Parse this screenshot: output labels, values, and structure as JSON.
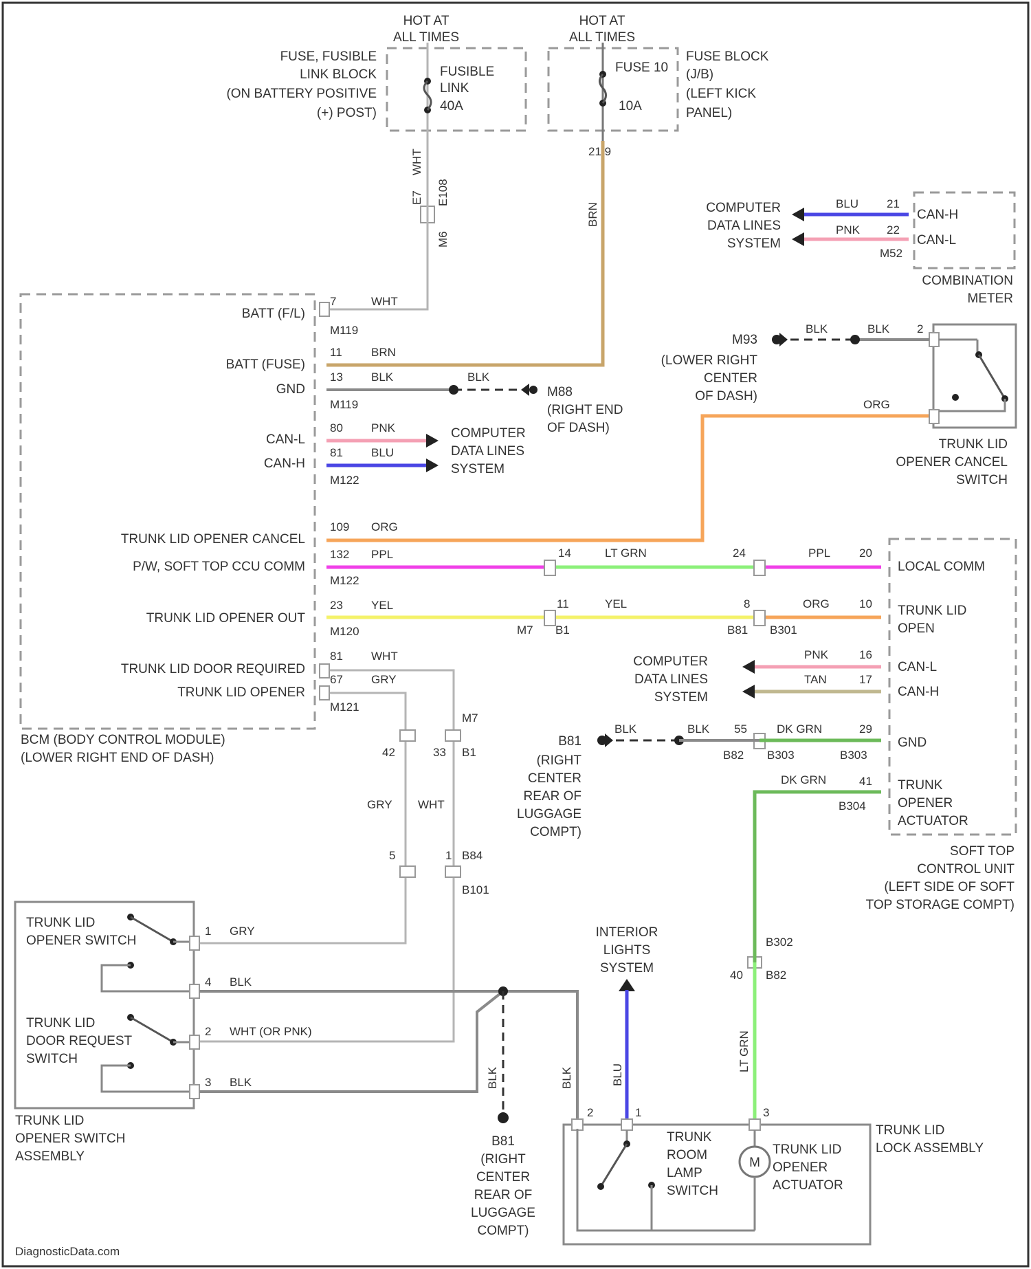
{
  "colors": {
    "BRN": "#c8a56a",
    "ORG": "#f6a55a",
    "PNK": "#f4a0b4",
    "BLU": "#4a46e4",
    "PPL": "#f040e8",
    "LT_GRN": "#8cf07a",
    "YEL": "#f4f26a",
    "DK_GRN": "#6cba5a",
    "TAN": "#c0b890",
    "BLK": "#8a8a8a",
    "WHT": "#c4c4c4",
    "GRY": "#bdbdbd"
  },
  "power": {
    "hot_left": [
      "HOT AT",
      "ALL TIMES"
    ],
    "hot_right": [
      "HOT AT",
      "ALL TIMES"
    ],
    "fusible_block": [
      "FUSE, FUSIBLE",
      "LINK BLOCK",
      "(ON BATTERY POSITIVE",
      "(+) POST)"
    ],
    "fusible_link": [
      "FUSIBLE",
      "LINK",
      "40A"
    ],
    "fuse_block_j_b": [
      "FUSE BLOCK",
      "(J/B)",
      "(LEFT KICK",
      "PANEL)"
    ],
    "fuse_10": [
      "FUSE 10",
      "10A"
    ],
    "wire_wht_vert": "WHT",
    "pins_fuse": "21  9",
    "e108": "E108",
    "wire_brn_vert": "BRN",
    "e7": "E7",
    "m6": "M6"
  },
  "bcm": {
    "name": [
      "BCM (BODY CONTROL MODULE)",
      "(LOWER RIGHT END OF DASH)"
    ],
    "pins": {
      "batt_fl": "BATT (F/L)",
      "batt_fuse": "BATT (FUSE)",
      "gnd": "GND",
      "can_l": "CAN-L",
      "can_h": "CAN-H",
      "trunk_cancel": "TRUNK LID OPENER CANCEL",
      "soft_top_comm": "P/W, SOFT TOP CCU COMM",
      "opener_out": "TRUNK LID OPENER OUT",
      "door_request": "TRUNK LID DOOR REQUIRED",
      "opener": "TRUNK LID OPENER"
    },
    "pin_nums": [
      "7",
      "11",
      "13",
      "80",
      "81",
      "109",
      "132",
      "23",
      "81",
      "67"
    ],
    "connectors": [
      "M119",
      "M119",
      "M122",
      "M122",
      "M120",
      "M121"
    ]
  },
  "wires": {
    "wht": "WHT",
    "brn": "BRN",
    "blk": "BLK",
    "pnk": "PNK",
    "blu": "BLU",
    "org": "ORG",
    "ppl": "PPL",
    "lt_grn": "LT GRN",
    "yel": "YEL",
    "gry": "GRY",
    "dk_grn": "DK GRN",
    "tan": "TAN",
    "wht_or_pnk": "WHT (OR PNK)",
    "ppl2": "PPL"
  },
  "grounds": {
    "m88": [
      "M88",
      "(RIGHT END",
      "OF DASH)"
    ],
    "m93": [
      "M93",
      "(LOWER RIGHT",
      "CENTER",
      "OF DASH)"
    ],
    "b81_mid": [
      "B81",
      "(RIGHT",
      "CENTER",
      "REAR OF",
      "LUGGAGE",
      "COMPT)"
    ],
    "b81_bottom": [
      "B81",
      "(RIGHT",
      "CENTER",
      "REAR OF",
      "LUGGAGE",
      "COMPT)"
    ]
  },
  "combination_meter": {
    "name": [
      "COMBINATION",
      "METER"
    ],
    "can_h": "CAN-H",
    "can_l": "CAN-L",
    "pin_h": "21",
    "pin_l": "22",
    "connector": "M52",
    "computer": [
      "COMPUTER",
      "DATA LINES",
      "SYSTEM"
    ]
  },
  "cancel_switch": {
    "name": [
      "TRUNK LID",
      "OPENER CANCEL",
      "SWITCH"
    ],
    "pin": "2"
  },
  "computer_bcm": [
    "COMPUTER",
    "DATA LINES",
    "SYSTEM"
  ],
  "computer_stcu": [
    "COMPUTER",
    "DATA LINES",
    "SYSTEM"
  ],
  "soft_top": {
    "name": [
      "SOFT TOP",
      "CONTROL UNIT",
      "(LEFT SIDE OF SOFT",
      "TOP STORAGE COMPT)"
    ],
    "local_comm": "LOCAL COMM",
    "trunk_open": [
      "TRUNK LID",
      "OPEN"
    ],
    "can_l": "CAN-L",
    "can_h": "CAN-H",
    "gnd": "GND",
    "actuator": [
      "TRUNK",
      "OPENER",
      "ACTUATOR"
    ],
    "pins": [
      "20",
      "10",
      "16",
      "17",
      "29",
      "41"
    ],
    "connectors": [
      "B301",
      "B303",
      "B303",
      "B304"
    ]
  },
  "junctions": {
    "j14": "14",
    "j24": "24",
    "j11": "11",
    "j8": "8",
    "m7": "M7",
    "b1": "B1",
    "b81": "B81",
    "j55": "55",
    "b82": "B82",
    "m7b": "M7",
    "b1b": "B1",
    "j42": "42",
    "j33": "33",
    "j5": "5",
    "j1": "1",
    "b84": "B84",
    "b101": "B101",
    "b302": "B302",
    "j40": "40",
    "b82b": "B82"
  },
  "switch_assembly": {
    "name": [
      "TRUNK LID",
      "OPENER SWITCH",
      "ASSEMBLY"
    ],
    "opener_switch": [
      "TRUNK LID",
      "OPENER SWITCH"
    ],
    "door_request_switch": [
      "TRUNK LID",
      "DOOR REQUEST",
      "SWITCH"
    ],
    "pins": [
      "1",
      "4",
      "2",
      "3"
    ]
  },
  "interior": [
    "INTERIOR",
    "LIGHTS",
    "SYSTEM"
  ],
  "lock_assembly": {
    "name": [
      "TRUNK LID",
      "LOCK ASSEMBLY"
    ],
    "room_lamp": [
      "TRUNK",
      "ROOM",
      "LAMP",
      "SWITCH"
    ],
    "actuator": [
      "TRUNK LID",
      "OPENER",
      "ACTUATOR"
    ],
    "motor": "M",
    "pins": [
      "2",
      "1",
      "3"
    ]
  },
  "watermark": "DiagnosticData.com"
}
